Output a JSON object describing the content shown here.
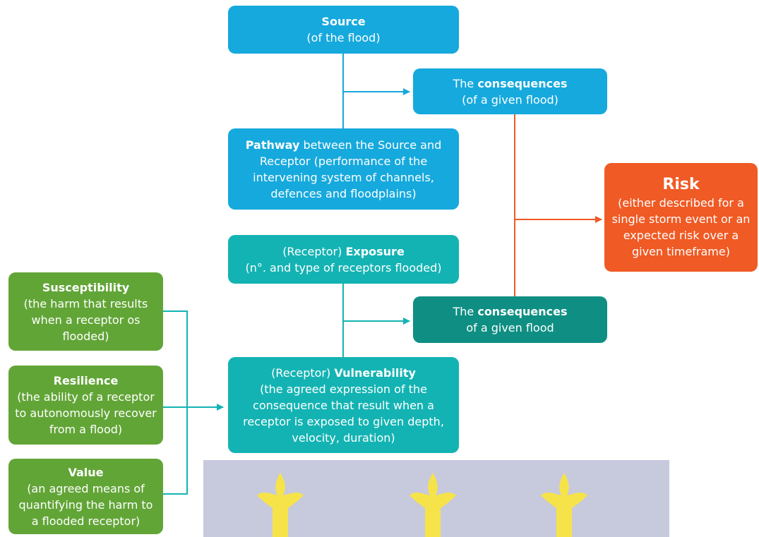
{
  "source": {
    "title": "Source",
    "sub": "(of the flood)"
  },
  "consequences_top": {
    "pre": "The ",
    "bold": "consequences",
    "sub": "(of a given flood)"
  },
  "pathway": {
    "bold": "Pathway",
    "rest1": " between the Source and",
    "rest2": "Receptor (performance of the",
    "rest3": "intervening system of channels,",
    "rest4": "defences and floodplains)"
  },
  "risk": {
    "title": "Risk",
    "lines": [
      "(either described for a",
      "single storm event or an",
      "expected risk over a",
      "given timeframe)"
    ]
  },
  "exposure": {
    "pre": "(Receptor) ",
    "bold": "Exposure",
    "sub": "(n°. and type of receptors flooded)"
  },
  "consequences_bottom": {
    "pre": "The ",
    "bold": "consequences",
    "sub": "of a given flood"
  },
  "vulnerability": {
    "pre": "(Receptor) ",
    "bold": "Vulnerability",
    "lines": [
      "(the agreed expression of the",
      "consequence that result when a",
      "receptor is exposed to given depth,",
      "velocity, duration)"
    ]
  },
  "susceptibility": {
    "title": "Susceptibility",
    "lines": [
      "(the harm that results",
      "when a receptor os",
      "flooded)"
    ]
  },
  "resilience": {
    "title": "Resilience",
    "lines": [
      "(the ability of a receptor",
      "to autonomously recover",
      "from a flood)"
    ]
  },
  "value": {
    "title": "Value",
    "lines": [
      "(an agreed means of",
      "quantifying the harm to",
      "a flooded receptor)"
    ]
  },
  "colors": {
    "blue": "#16a9dd",
    "teal": "#14b3b3",
    "dark_teal": "#0f8f83",
    "orange": "#f05a24",
    "green": "#62a537",
    "watermark": "#c7c9dd",
    "crest": "#f6e34a"
  }
}
